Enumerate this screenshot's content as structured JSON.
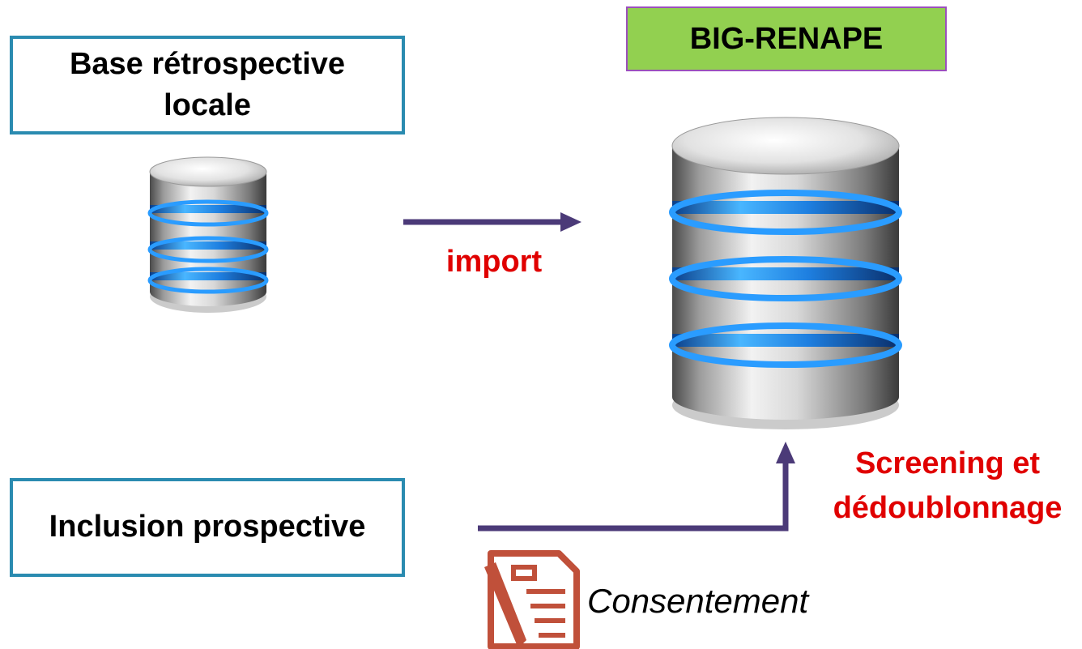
{
  "nodes": {
    "local_base": {
      "line1": "Base rétrospective",
      "line2": "locale"
    },
    "prospective": {
      "label": "Inclusion prospective"
    },
    "big_renape": {
      "label": "BIG-RENAPE"
    }
  },
  "edges": {
    "import": {
      "label": "import"
    },
    "screening": {
      "line1": "Screening et",
      "line2": "dédoublonnage"
    }
  },
  "document": {
    "label": "Consentement"
  },
  "colors": {
    "box_border": "#2a8bb0",
    "arrow": "#4b3a78",
    "red_text": "#e00000",
    "big_fill": "#92d050",
    "big_border": "#9b4fbd",
    "db_stripe": "#1e7fe0",
    "doc_icon": "#c0503a"
  }
}
